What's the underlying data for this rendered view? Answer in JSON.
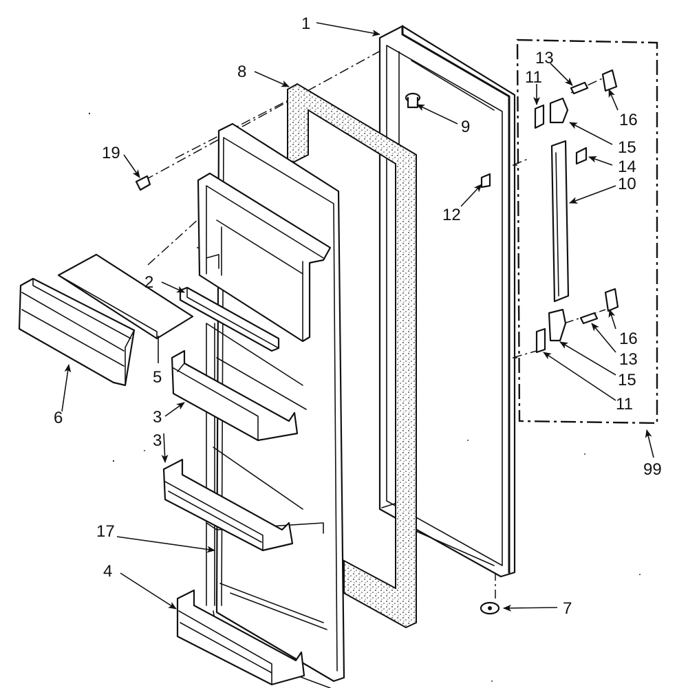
{
  "colors": {
    "ink": "#111111",
    "paper": "#ffffff"
  },
  "callouts": {
    "c1": "1",
    "c2": "2",
    "c3a": "3",
    "c3b": "3",
    "c4": "4",
    "c5": "5",
    "c6": "6",
    "c7": "7",
    "c8": "8",
    "c9": "9",
    "c10": "10",
    "c11a": "11",
    "c11b": "11",
    "c12": "12",
    "c13a": "13",
    "c13b": "13",
    "c14": "14",
    "c15a": "15",
    "c15b": "15",
    "c16a": "16",
    "c16b": "16",
    "c17": "17",
    "c19": "19",
    "c99": "99"
  }
}
